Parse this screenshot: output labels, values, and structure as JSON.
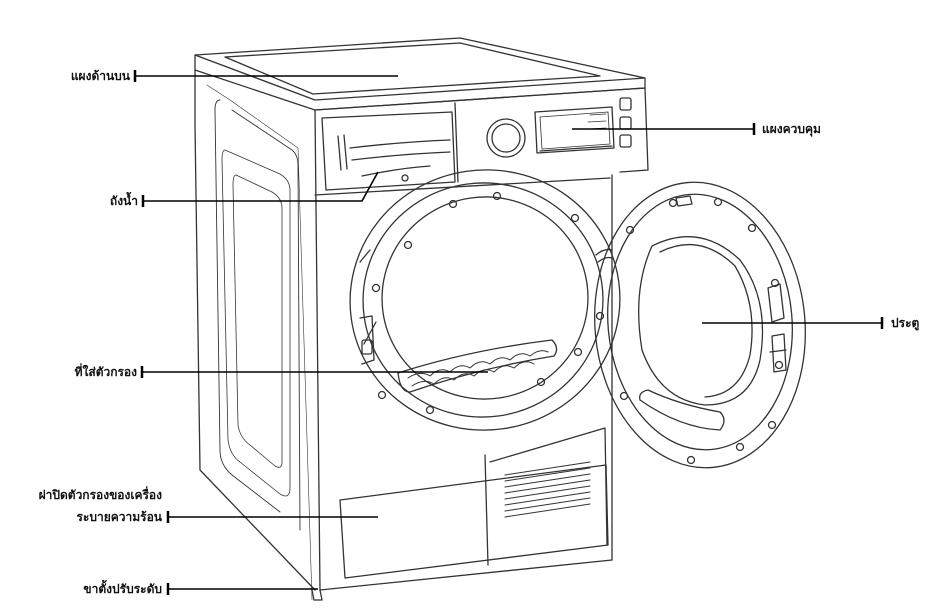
{
  "labels": {
    "top_panel": "แผงด้านบน",
    "water_tank": "ถังน้ำ",
    "filter_holder": "ที่ใส่ตัวกรอง",
    "heat_exchanger_cover_line1": "ฝาปิดตัวกรองของเครื่อง",
    "heat_exchanger_cover_line2": "ระบายความร้อน",
    "adjustable_feet": "ขาตั้งปรับระดับ",
    "control_panel": "แผงควบคุม",
    "door": "ประตู"
  },
  "colors": {
    "line": "#333333",
    "pointer": "#000000",
    "label": "#111111"
  }
}
